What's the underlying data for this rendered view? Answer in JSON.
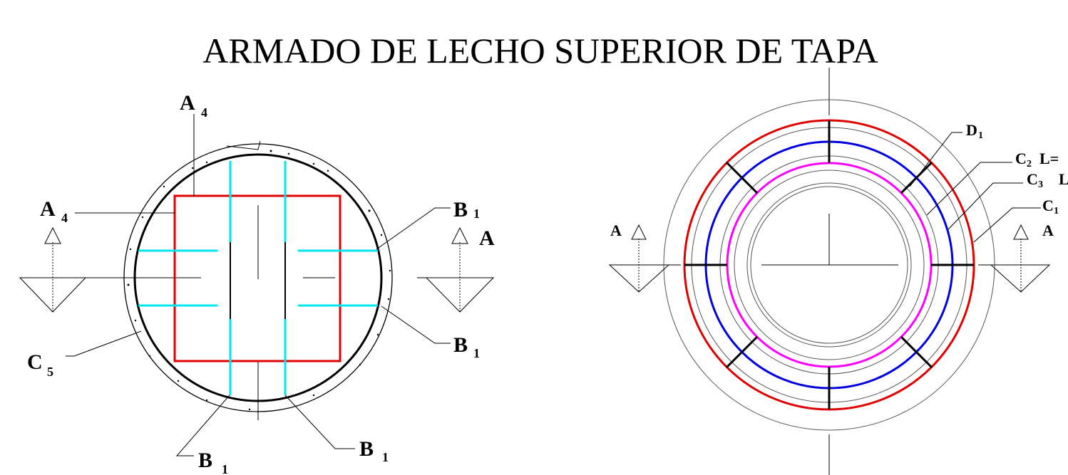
{
  "title": "ARMADO DE LECHO SUPERIOR DE TAPA",
  "left": {
    "a4_top": {
      "main": "A",
      "sub": "4"
    },
    "a4_left": {
      "main": "A",
      "sub": "4"
    },
    "b1_upper_right": {
      "main": "B",
      "sub": "1"
    },
    "b1_lower_right": {
      "main": "B",
      "sub": "1"
    },
    "b1_bottom_left": {
      "main": "B",
      "sub": "1"
    },
    "b1_bottom_right": {
      "main": "B",
      "sub": "1"
    },
    "c5": {
      "main": "C",
      "sub": "5"
    },
    "section_mark": "A"
  },
  "right": {
    "d1": {
      "main": "D",
      "sub": "1"
    },
    "c2": {
      "main": "C",
      "sub": "2",
      "suffix": "L="
    },
    "c3": {
      "main": "C",
      "sub": "3",
      "suffix": "L"
    },
    "c1": {
      "main": "C",
      "sub": "1"
    },
    "section_mark_left": "A",
    "section_mark_right": "A"
  },
  "colors": {
    "red": "#e00000",
    "cyan": "#00e5ee",
    "blue": "#0000e0",
    "magenta": "#ff00ff",
    "black": "#000000"
  }
}
